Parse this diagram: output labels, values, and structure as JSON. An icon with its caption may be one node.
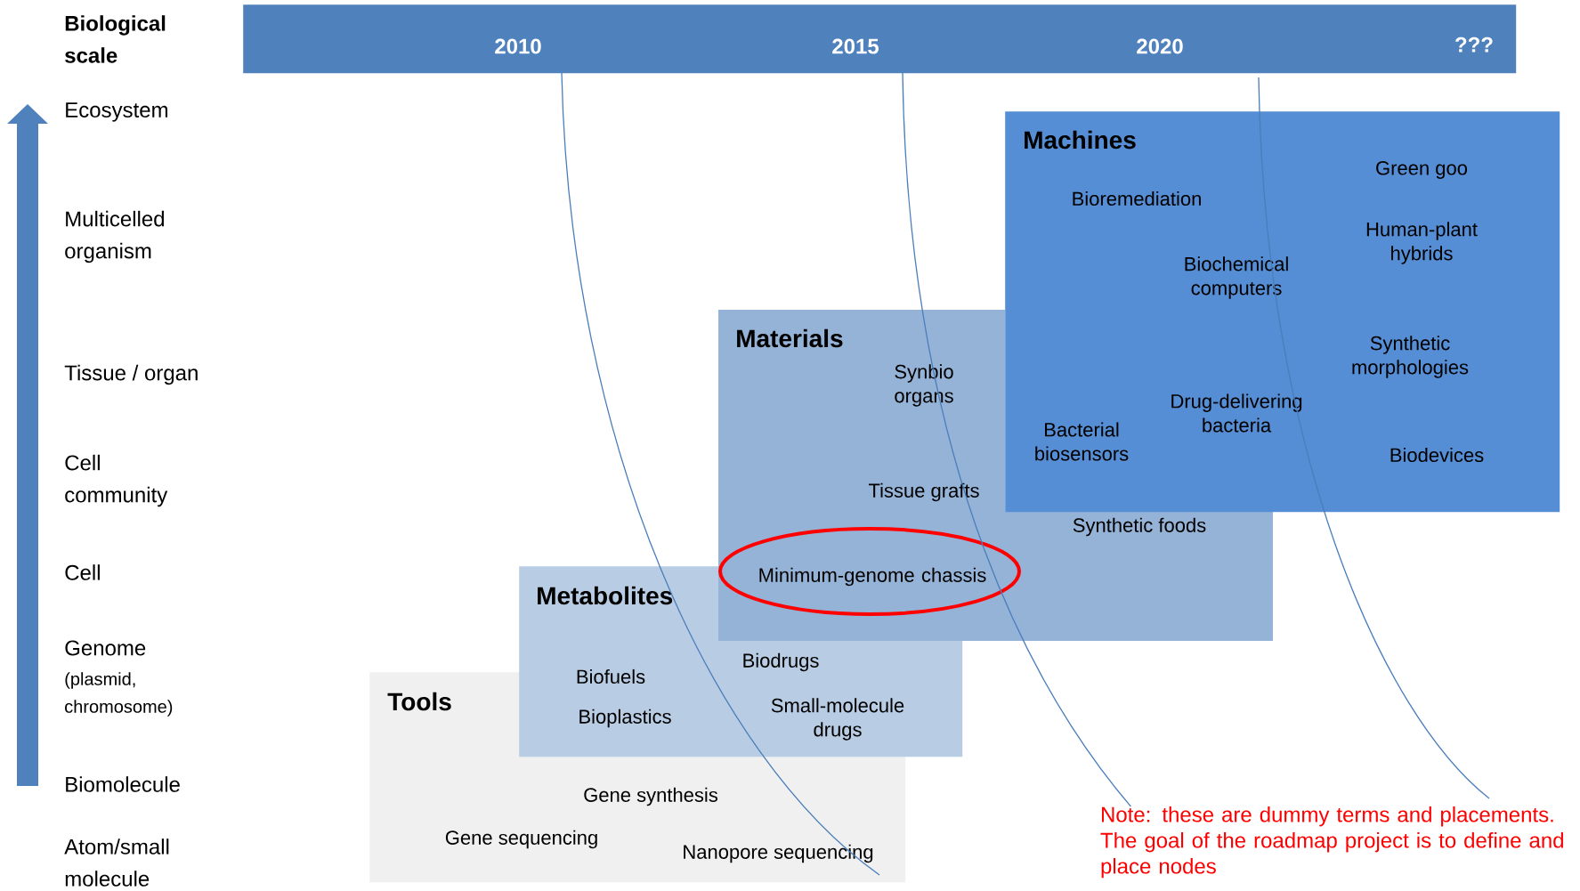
{
  "diagram": {
    "nodes": [
      {
        "text": [
          "2010",
          "2015",
          "2020",
          "???"
        ]
      },
      {
        "text": [
          "Machines",
          "Green goo",
          "Bioremediation",
          "Human-plant hybrids",
          "Biochemical computers",
          "Synthetic morphologies",
          "Drug-delivering bacteria",
          "Bacterial biosensors",
          "Biodevices"
        ]
      },
      {
        "text": [
          "Materials",
          "Synbio organs",
          "Tissue grafts",
          "Synthetic foods"
        ]
      },
      {
        "text": [
          "Minimum-genome chassis"
        ],
        "in": 2
      },
      {
        "text": [
          "Metabolites",
          "Biodrugs",
          "Biofuels",
          "Bioplastics",
          "Small-molecule drugs"
        ]
      },
      {
        "text": [
          "Tools",
          "Gene synthesis",
          "Gene sequencing",
          "Nanopore sequencing"
        ]
      }
    ],
    "labels": [
      "Biological scale",
      "Ecosystem",
      "Multicelled organism",
      "Tissue / organ",
      "Cell community",
      "Cell",
      "Genome",
      "(plasmid, chromosome)",
      "Biomolecule",
      "Atom/small molecule",
      "Note: these are dummy terms and placements. The goal of the roadmap project is to define and place nodes"
    ]
  }
}
